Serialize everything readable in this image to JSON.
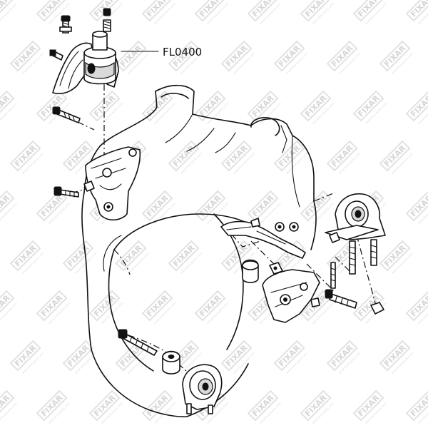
{
  "diagram": {
    "part_number": "FL0400",
    "watermark": "FIXAR",
    "watermark_sub": "www.fixar-parts.com"
  }
}
